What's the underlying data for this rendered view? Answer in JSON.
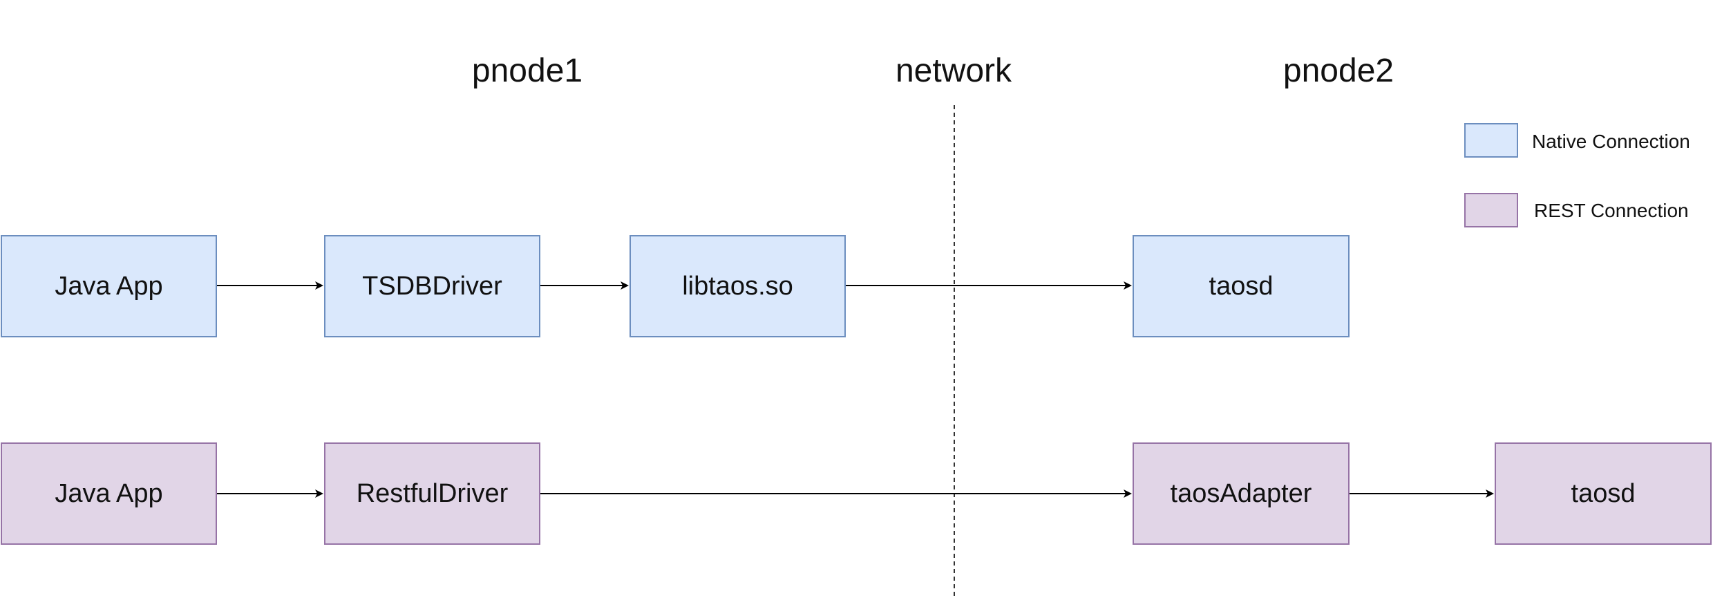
{
  "sections": {
    "pnode1": "pnode1",
    "network": "network",
    "pnode2": "pnode2"
  },
  "native_row": {
    "java_app": "Java App",
    "tsdb_driver": "TSDBDriver",
    "libtaos": "libtaos.so",
    "taosd": "taosd"
  },
  "rest_row": {
    "java_app": "Java App",
    "restful_driver": "RestfulDriver",
    "taos_adapter": "taosAdapter",
    "taosd": "taosd"
  },
  "legend": {
    "native": "Native Connection",
    "rest": "REST Connection"
  },
  "colors": {
    "native_fill": "#dae8fc",
    "native_stroke": "#6c8ebf",
    "rest_fill": "#e1d5e7",
    "rest_stroke": "#9673a6"
  }
}
